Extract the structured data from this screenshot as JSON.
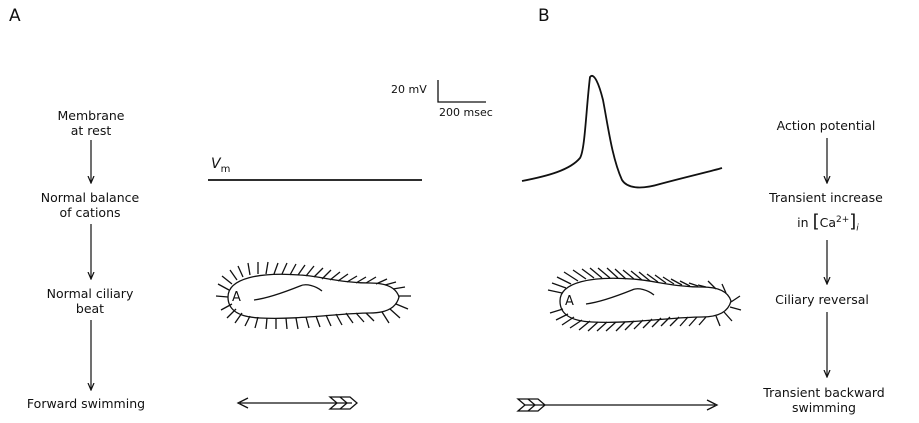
{
  "panels": {
    "a": "A",
    "b": "B"
  },
  "left_flow": [
    [
      "Membrane",
      "at rest"
    ],
    [
      "Normal balance",
      "of cations"
    ],
    [
      "Normal ciliary",
      "beat"
    ],
    [
      "Forward swimming"
    ]
  ],
  "right_flow": {
    "step1": [
      "Action potential"
    ],
    "step2_line1": "Transient increase",
    "step2_line2_prefix": "in",
    "ca_symbol": "Ca",
    "ca_charge": "2+",
    "ca_sub": "i",
    "step3": [
      "Ciliary reversal"
    ],
    "step4": [
      "Transient backward",
      "swimming"
    ]
  },
  "scale_bar": {
    "voltage": "20 mV",
    "time": "200 msec"
  },
  "trace_label": {
    "symbol": "V",
    "subscript": "m"
  },
  "cell_label": "A"
}
